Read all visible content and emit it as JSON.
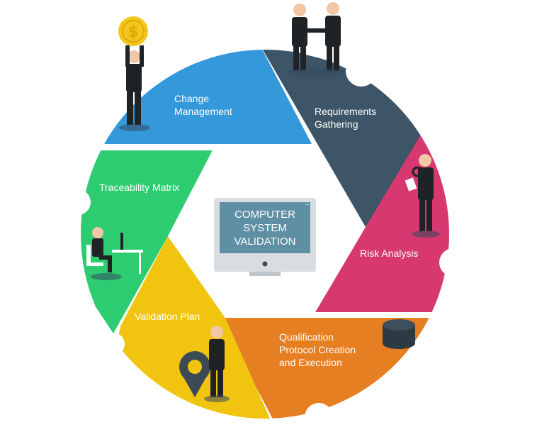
{
  "center": {
    "title_lines": [
      "COMPUTER",
      "SYSTEM",
      "VALIDATION"
    ]
  },
  "segments": [
    {
      "id": "change-management",
      "label_lines": [
        "Change",
        "Management"
      ],
      "color": "#3498db",
      "shade": "#2b7fb8"
    },
    {
      "id": "requirements-gathering",
      "label_lines": [
        "Requirements",
        "Gathering"
      ],
      "color": "#3d5566",
      "shade": "#2f4350"
    },
    {
      "id": "risk-analysis",
      "label_lines": [
        "Risk Analysis"
      ],
      "color": "#d6386f",
      "shade": "#b02a5b"
    },
    {
      "id": "qualification-protocol",
      "label_lines": [
        "Qualification",
        "Protocol Creation",
        "and Execution"
      ],
      "color": "#e67e22",
      "shade": "#c96a14"
    },
    {
      "id": "validation-plan",
      "label_lines": [
        "Validation Plan"
      ],
      "color": "#f1c40f",
      "shade": "#d4a90a"
    },
    {
      "id": "traceability-matrix",
      "label_lines": [
        "Traceability Matrix"
      ],
      "color": "#2ecc71",
      "shade": "#25a75b"
    }
  ],
  "colors": {
    "monitor_frame": "#d9dde0",
    "monitor_screen": "#5f8fa3",
    "monitor_stand": "#bfc5c9",
    "suit": "#1f2326",
    "skin": "#f2c7a5",
    "hair": "#3a2a20",
    "coin": "#f5c518",
    "pin": "#3b4a55",
    "shadow": "#34495e"
  },
  "icons": {
    "coin": "dollar-coin-icon",
    "handshake": "handshake-icon",
    "magnifier": "magnifier-icon",
    "database": "database-icon",
    "location_pin": "location-pin-icon",
    "desk": "desk-computer-icon"
  }
}
